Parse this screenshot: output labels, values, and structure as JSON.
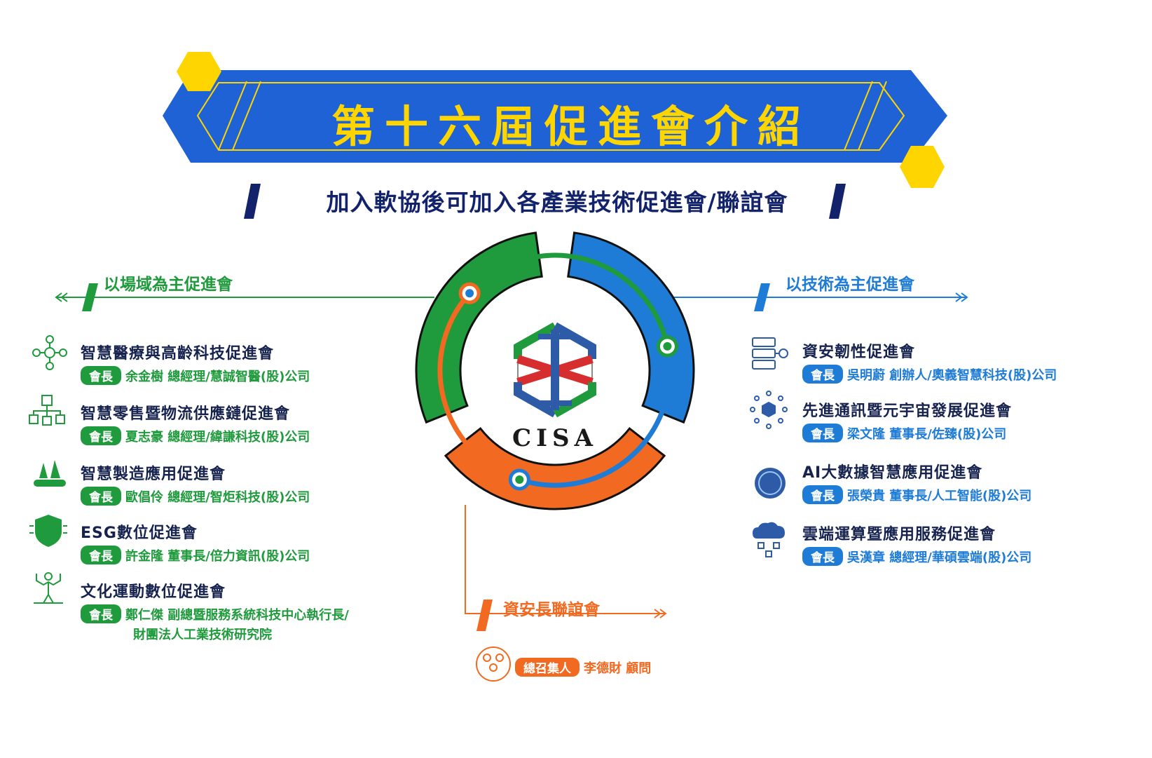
{
  "title": "第十六屆促進會介紹",
  "subtitle": "加入軟協後可加入各產業技術促進會/聯誼會",
  "colors": {
    "banner_blue": "#1E62D6",
    "banner_yellow": "#FFD500",
    "navy": "#13236B",
    "green": "#1F9A3C",
    "blue": "#1E7CD6",
    "orange": "#F26A21"
  },
  "center_logo": {
    "text": "CISA"
  },
  "sections": {
    "domain": {
      "label": "以場域為主促進會",
      "items": [
        {
          "icon": "healthcare-network-icon",
          "name": "智慧醫療與高齡科技促進會",
          "badge": "會長",
          "chair": "余金樹 總經理/慧誠智醫(股)公司"
        },
        {
          "icon": "retail-logistics-icon",
          "name": "智慧零售暨物流供應鏈促進會",
          "badge": "會長",
          "chair": "夏志豪 總經理/緯謙科技(股)公司"
        },
        {
          "icon": "smart-factory-icon",
          "name": "智慧製造應用促進會",
          "badge": "會長",
          "chair": "歐倡伶 總經理/智炬科技(股)公司"
        },
        {
          "icon": "esg-shield-icon",
          "name": "ESG數位促進會",
          "badge": "會長",
          "chair": "許金隆 董事長/倍力資訊(股)公司"
        },
        {
          "icon": "culture-sports-icon",
          "name": "文化運動數位促進會",
          "badge": "會長",
          "chair": "鄭仁傑 副總暨服務系統科技中心執行長/",
          "chair_line2": "財團法人工業技術研究院"
        }
      ]
    },
    "tech": {
      "label": "以技術為主促進會",
      "items": [
        {
          "icon": "server-security-icon",
          "name": "資安韌性促進會",
          "badge": "會長",
          "chair": "吳明蔚 創辦人/奧義智慧科技(股)公司"
        },
        {
          "icon": "metaverse-network-icon",
          "name": "先進通訊暨元宇宙發展促進會",
          "badge": "會長",
          "chair": "梁文隆 董事長/佐臻(股)公司"
        },
        {
          "icon": "ai-globe-icon",
          "name": "AI大數據智慧應用促進會",
          "badge": "會長",
          "chair": "張榮貴 董事長/人工智能(股)公司"
        },
        {
          "icon": "cloud-computing-icon",
          "name": "雲端運算暨應用服務促進會",
          "badge": "會長",
          "chair": "吳漢章 總經理/華碩雲端(股)公司"
        }
      ]
    },
    "ciso": {
      "label": "資安長聯誼會",
      "icon": "ciso-group-icon",
      "badge": "總召集人",
      "chair": "李德財 顧問"
    }
  }
}
